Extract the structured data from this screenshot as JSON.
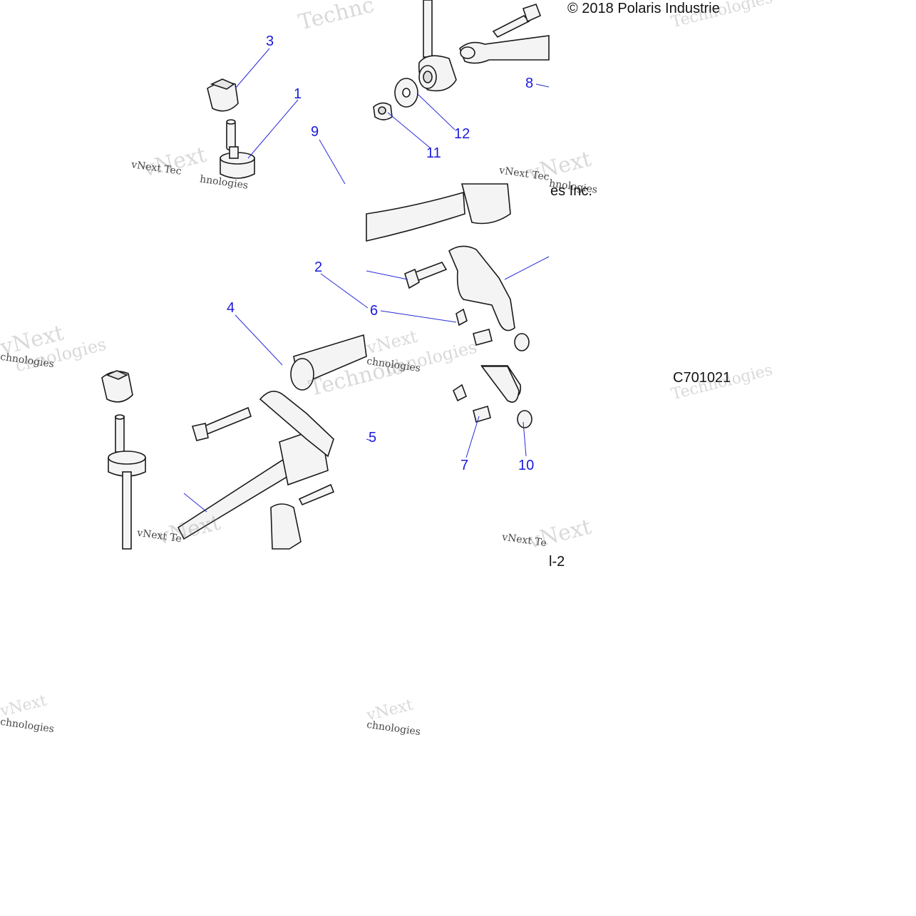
{
  "copyright": "© 2018 Polaris Industrie",
  "partial_company": "es Inc.",
  "diagram_code": "C701021",
  "page_fragment": "l-2",
  "watermark": {
    "brand_a": "vNext",
    "brand_b": "Technologies",
    "small": "vNext Tec",
    "small_b": "hnologies",
    "small_c": "Technologies",
    "small_d": "chnologies",
    "small_e": "vNext Te",
    "small_f": "Technc",
    "small_g": "Technolo"
  },
  "callouts": [
    "1",
    "2",
    "3",
    "4",
    "5",
    "6",
    "7",
    "8",
    "9",
    "10",
    "11",
    "12"
  ],
  "colors": {
    "callout": "#1a1adc",
    "line": "#2a2ad8",
    "part_stroke": "#1a1a1a",
    "part_fill": "#f2f2f2"
  }
}
